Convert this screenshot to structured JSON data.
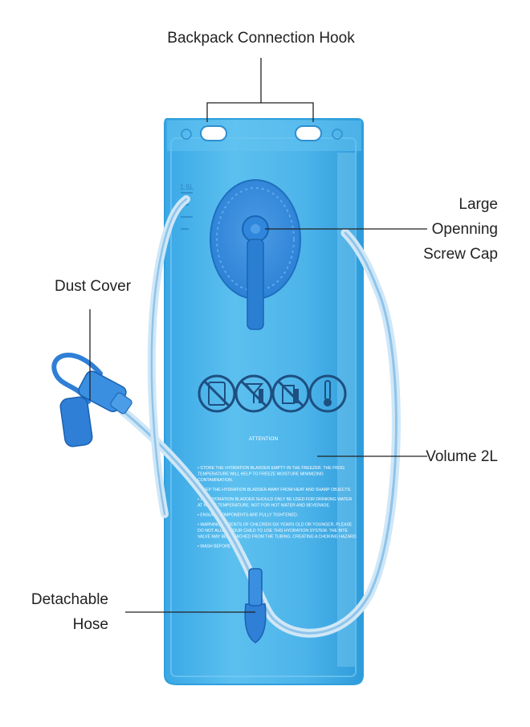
{
  "callouts": {
    "hook": "Backpack Connection Hook",
    "cap_lines": [
      "Large",
      "Openning",
      "Screw Cap"
    ],
    "dust": "Dust Cover",
    "volume": "Volume 2L",
    "hose_lines": [
      "Detachable",
      "Hose"
    ]
  },
  "bladder": {
    "attention_title": "ATTENTION",
    "notice_lines": [
      "• STORE THE HYDRATION BLADDER EMPTY IN THE FREEZER. THE FROG",
      "TEMPERATURE WILL HELP TO FREEZE MOISTURE MINIMIZING",
      "CONTAMINATION.",
      "• KEEP THE HYDRATION BLADDER AWAY FROM HEAT AND SHARP OBJECTS.",
      "• THE HYDRATION BLADDER SHOULD ONLY BE USED FOR DRINKING WATER",
      "AT ROOM TEMPERATURE. NOT FOR HOT WATER AND BEVERAGE.",
      "• ENSURE COMPONENTS ARE FULLY TIGHTENED.",
      "• WARNING: PARENTS OF CHILDREN SIX YEARS OLD OR YOUNGER, PLEASE",
      "DO NOT ALLOW YOUR CHILD TO USE THIS HYDRATION SYSTEM. THE BITE",
      "VALVE MAY BE DETACHED FROM THE TUBING, CREATING A CHOKING HAZARD.",
      "• WASH BEFORE USE."
    ],
    "scale_mark": "1.5L"
  },
  "colors": {
    "bladder_fill": "#4fb7ea",
    "bladder_edge": "#2f9fdc",
    "cap_blue": "#3a8fe0",
    "hose": "#b9dcf3",
    "valve_blue": "#2f7fd6",
    "leader_line": "#222222",
    "label_text": "#222222"
  },
  "icons": [
    "no-freeze-icon",
    "no-alcohol-icon",
    "no-milk-icon",
    "temperature-icon"
  ]
}
